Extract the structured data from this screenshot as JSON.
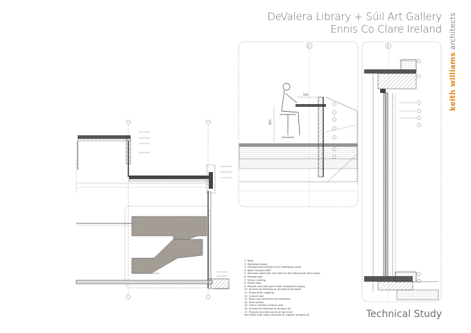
{
  "header": {
    "title_line_1": "DeValera Library + Súil Art Gallery",
    "title_line_2": "Ennis Co Clare Ireland"
  },
  "brand": {
    "name": "keith williams",
    "suffix": " architects",
    "color": "#e08a1e"
  },
  "footer": {
    "label": "Technical Study"
  },
  "legend": {
    "items": [
      "1.  Desk",
      "2.  Steelwork posts",
      "3.  Plywood board fixed to the steelwork posts",
      "4.  Black finished MDF",
      "5.  Stainless steel foot rest fixed to the balustrade steel posts",
      "6.  Shadow gap",
      "7.  Trench heating",
      "8.  Paved floor",
      "9.  Precast concrete panel with integrated coping",
      "10. Aluminium flashing to window head detail",
      "11. External fin capping",
      "12. Curtain wall",
      "13. Black out electronically operated",
      "14. Steel plates",
      "15. Trench heaters in floor void",
      "16. Aluminium flashing to window sill",
      "17. Precast concrete panel at low level",
      "    Void filled with mass concrete to support window sill"
    ]
  },
  "drawings": {
    "detail_a_ref": "2",
    "detail_b_ref": "2",
    "dim_label": "500",
    "height_label": "900"
  }
}
